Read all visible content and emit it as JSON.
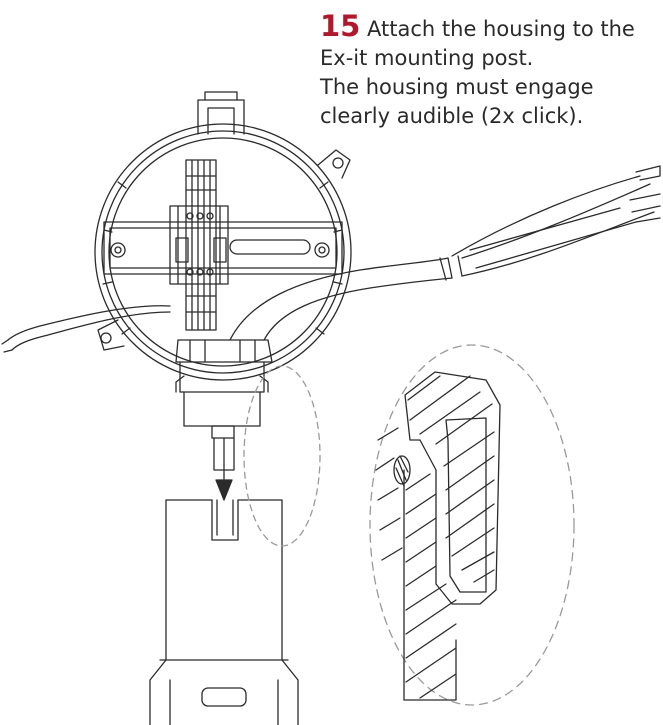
{
  "step": {
    "number": "15",
    "line1": "Attach the housing to the",
    "line2": "Ex-it mounting post.",
    "line3": "The housing must engage",
    "line4": "clearly audible (2x click)."
  },
  "colors": {
    "step_number": "#b0182c",
    "text": "#2a2a2a",
    "line": "#2b2b2b"
  }
}
